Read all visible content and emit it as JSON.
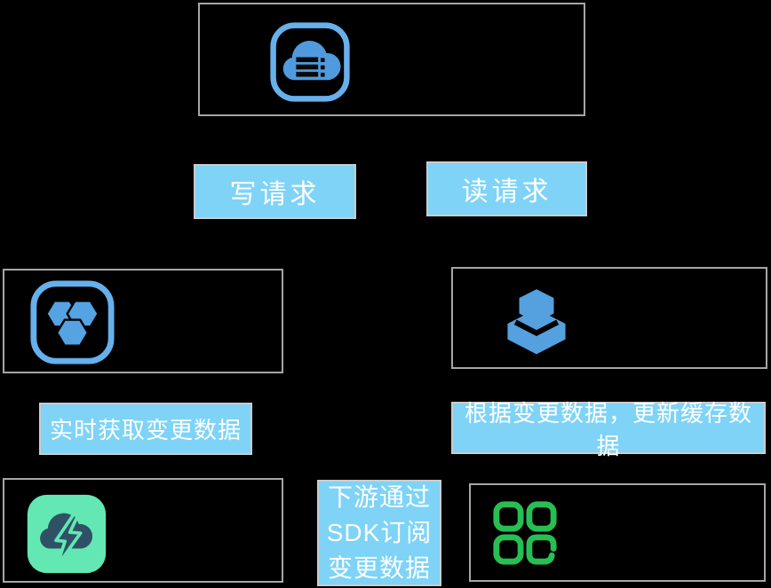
{
  "colors": {
    "background": "#000000",
    "node_border": "#a6a6a6",
    "label_bg": "#7ed3f7",
    "label_border": "#cccccc",
    "label_text": "#ffffff",
    "icon_blue": "#55a1e0",
    "icon_blue_outline": "#66b0ec",
    "icon_mint": "#63e8b3",
    "icon_dark_slate": "#2f5166",
    "icon_green": "#27be52"
  },
  "nodes": {
    "top_service": {
      "icon": "cloud-database-icon"
    },
    "source_service": {
      "icon": "hexagon-cluster-icon"
    },
    "cache_service": {
      "icon": "stacked-cubes-icon"
    },
    "subscriber_service": {
      "icon": "cloud-lightning-icon"
    },
    "apps_service": {
      "icon": "app-grid-icon"
    }
  },
  "labels": {
    "write_request": "写请求",
    "read_request": "读请求",
    "realtime_fetch": "实时获取变更数据",
    "update_cache": "根据变更数据，更新缓存数据",
    "sdk_lines": [
      "下游通过",
      "SDK订阅",
      "变更数据"
    ]
  }
}
